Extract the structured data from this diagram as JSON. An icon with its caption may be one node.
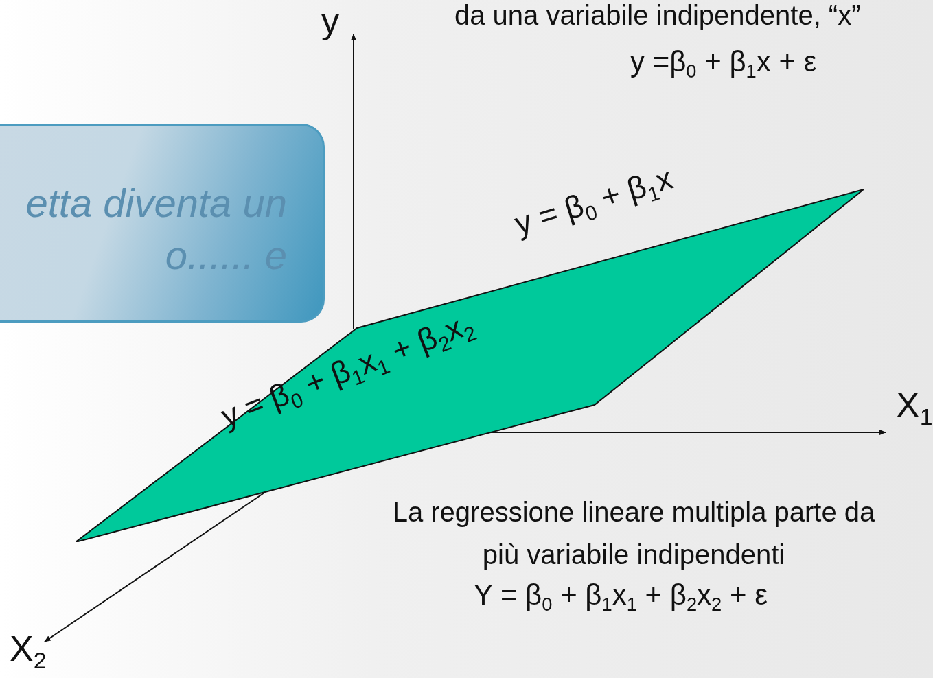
{
  "diagram": {
    "nodes": [
      {
        "text": [
          "etta diventa un o...... e"
        ]
      },
      {
        "text": [
          "y = β$_{0}$ + β$_{1}$x$_{1}$ + β$_{2}$x$_{2}$"
        ]
      }
    ],
    "edges": [],
    "labels": [
      "y",
      "da una variabile indipendente, “x”",
      "y =β$_{0}$ + β$_{1}$x + ε",
      "y = β$_{0}$ + β$_{1}$x",
      "X$_{1}$",
      "La regressione lineare multipla  parte da più variabile indipendenti",
      "Y = β$_{0}$ + β$_{1}$x$_{1}$ + β$_{2}$x$_{2}$  + ε",
      "X$_{2}$"
    ]
  }
}
